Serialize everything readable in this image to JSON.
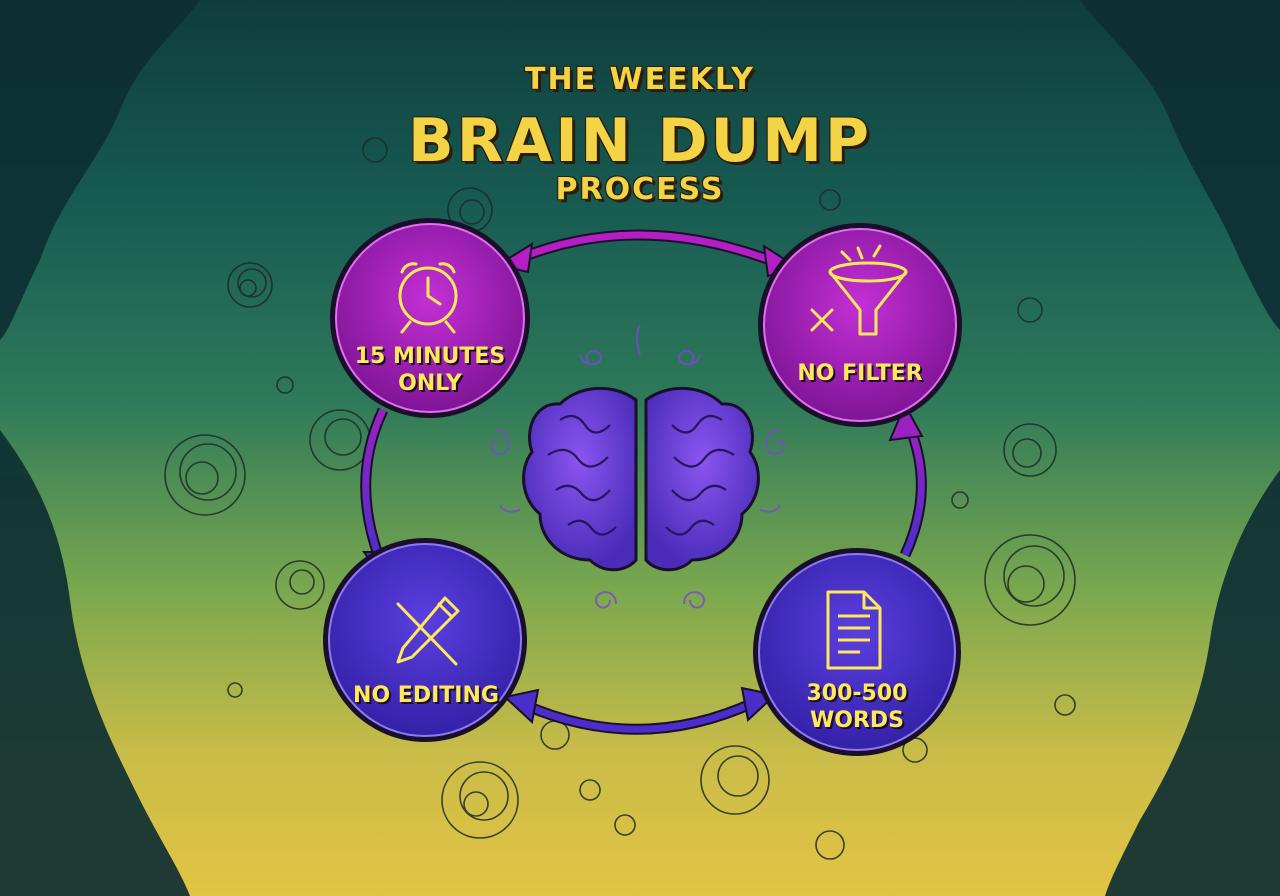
{
  "title": {
    "top": "THE WEEKLY",
    "main": "BRAIN DUMP",
    "bottom": "PROCESS"
  },
  "nodes": [
    {
      "id": "time",
      "label_line1": "15 MINUTES",
      "label_line2": "ONLY",
      "icon": "alarm-clock-icon",
      "color": "#a320b8"
    },
    {
      "id": "filter",
      "label_line1": "NO FILTER",
      "label_line2": "",
      "icon": "funnel-with-x-icon",
      "color": "#a320b8"
    },
    {
      "id": "editing",
      "label_line1": "NO EDITING",
      "label_line2": "",
      "icon": "crossed-pencil-icon",
      "color": "#4a2ec8"
    },
    {
      "id": "words",
      "label_line1": "300-500",
      "label_line2": "WORDS",
      "icon": "document-icon",
      "color": "#4a2ec8"
    }
  ],
  "center_icon": "brain-icon",
  "colors": {
    "title": "#f4d447",
    "label": "#ffe95a",
    "purple": "#a320b8",
    "blue": "#4a2ec8",
    "brain": "#6b3fd6"
  }
}
